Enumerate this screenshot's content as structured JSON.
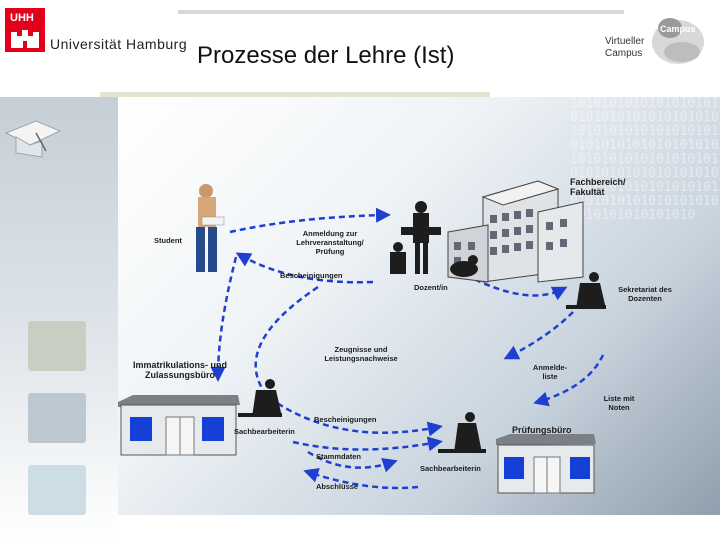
{
  "header": {
    "logo_text": "UHH",
    "university": "Universität Hamburg",
    "title": "Prozesse der Lehre (Ist)",
    "virtual_campus": [
      "Virtueller",
      "Campus"
    ],
    "campus_logo_text": "Campus"
  },
  "diagram": {
    "binary_texture": "101010101010101010101010101010101010101010101010101010101010101010101010101010101010101010101010101010101010101010101010101010101010101010101010101010101010101010101010",
    "labels": {
      "student": "Student",
      "anmeldung": "Anmeldung zur Lehrveranstaltung/ Prüfung",
      "bescheinigungen_top": "Bescheinigungen",
      "dozent": "Dozent/in",
      "fachbereich": "Fachbereich/ Fakultät",
      "sekretariat": "Sekretariat des Dozenten",
      "zeugnisse": "Zeugnisse und Leistungsnachweise",
      "immatrikulation": "Immatrikulations- und Zulassungsbüro",
      "anmeldeliste": "Anmelde- liste",
      "liste_noten": "Liste mit Noten",
      "sachbearbeiterin_left": "Sachbearbeiterin",
      "bescheinigungen_bottom": "Bescheinigungen",
      "pruefungsbuero": "Prüfungsbüro",
      "stammdaten": "Stammdaten",
      "abschluesse": "Abschlüsse",
      "sachbearbeiterin_right": "Sachbearbeiterin"
    }
  },
  "colors": {
    "uhh_red": "#e2001a",
    "arrow_blue": "#1f3fd0",
    "window_blue": "#1540d8"
  }
}
